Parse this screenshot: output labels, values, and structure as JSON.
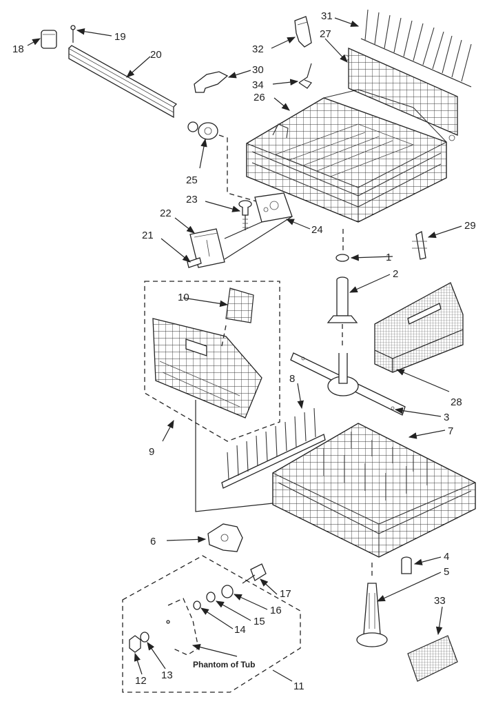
{
  "callouts": [
    "1",
    "2",
    "3",
    "4",
    "5",
    "6",
    "7",
    "8",
    "9",
    "10",
    "11",
    "12",
    "13",
    "14",
    "15",
    "16",
    "17",
    "18",
    "19",
    "20",
    "21",
    "22",
    "23",
    "24",
    "25",
    "26",
    "27",
    "28",
    "29",
    "30",
    "31",
    "32",
    "33",
    "34"
  ],
  "caption": "Phantom of Tub"
}
